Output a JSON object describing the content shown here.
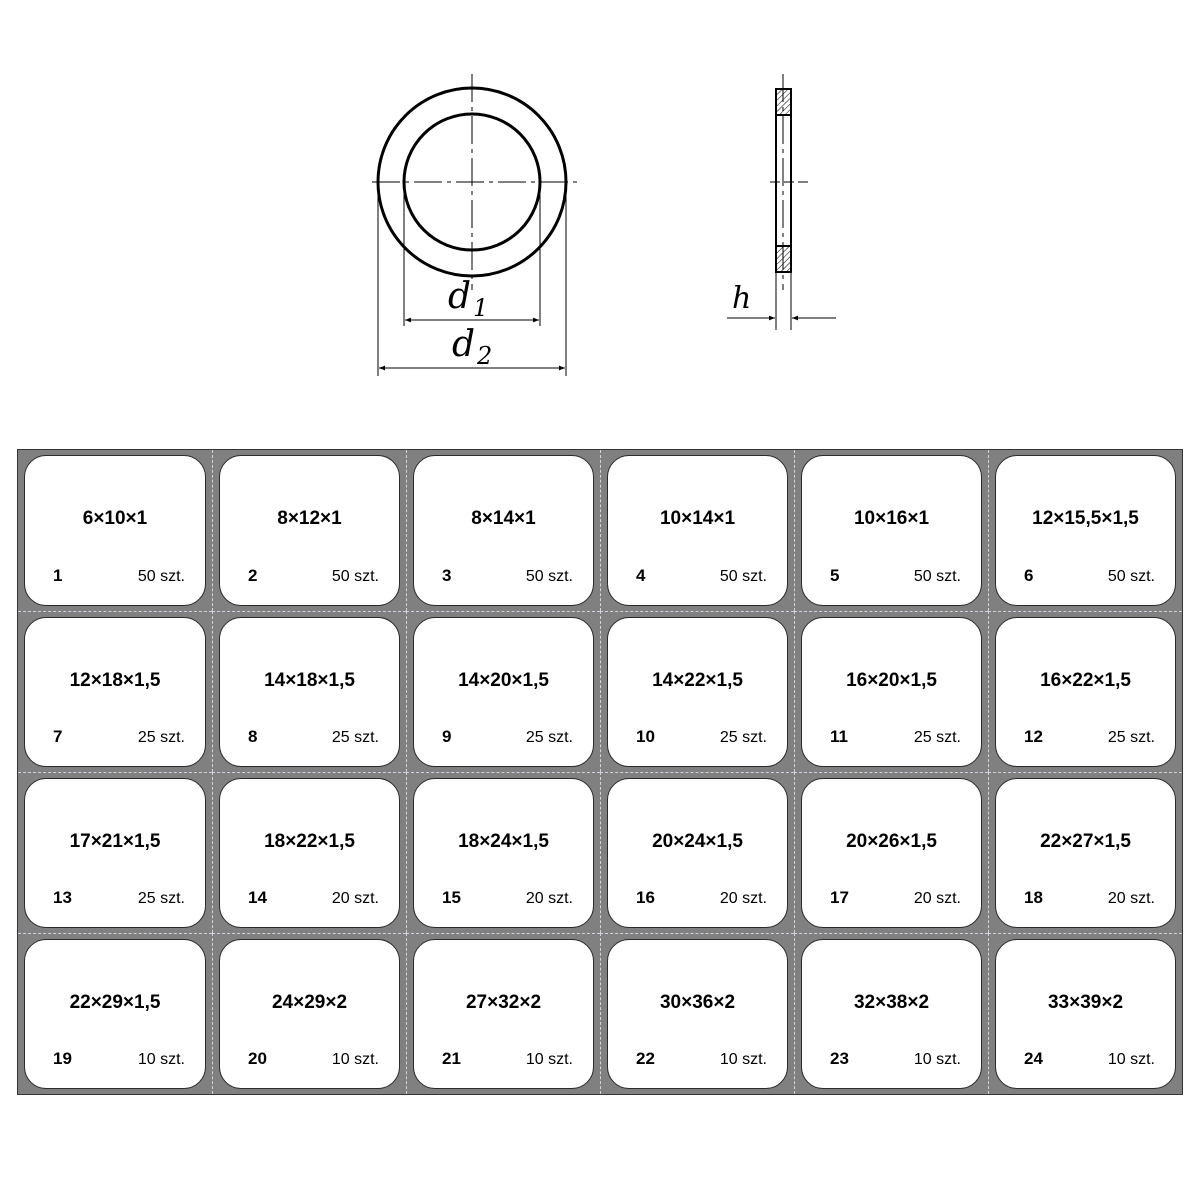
{
  "drawing": {
    "labels": {
      "d1": "d",
      "d1_sub": "1",
      "d2": "d",
      "d2_sub": "2",
      "h": "h"
    }
  },
  "washers": [
    {
      "index": "1",
      "size": "6×10×1",
      "qty": "50 szt."
    },
    {
      "index": "2",
      "size": "8×12×1",
      "qty": "50 szt."
    },
    {
      "index": "3",
      "size": "8×14×1",
      "qty": "50 szt."
    },
    {
      "index": "4",
      "size": "10×14×1",
      "qty": "50 szt."
    },
    {
      "index": "5",
      "size": "10×16×1",
      "qty": "50 szt."
    },
    {
      "index": "6",
      "size": "12×15,5×1,5",
      "qty": "50 szt."
    },
    {
      "index": "7",
      "size": "12×18×1,5",
      "qty": "25 szt."
    },
    {
      "index": "8",
      "size": "14×18×1,5",
      "qty": "25 szt."
    },
    {
      "index": "9",
      "size": "14×20×1,5",
      "qty": "25 szt."
    },
    {
      "index": "10",
      "size": "14×22×1,5",
      "qty": "25 szt."
    },
    {
      "index": "11",
      "size": "16×20×1,5",
      "qty": "25 szt."
    },
    {
      "index": "12",
      "size": "16×22×1,5",
      "qty": "25 szt."
    },
    {
      "index": "13",
      "size": "17×21×1,5",
      "qty": "25 szt."
    },
    {
      "index": "14",
      "size": "18×22×1,5",
      "qty": "20 szt."
    },
    {
      "index": "15",
      "size": "18×24×1,5",
      "qty": "20 szt."
    },
    {
      "index": "16",
      "size": "20×24×1,5",
      "qty": "20 szt."
    },
    {
      "index": "17",
      "size": "20×26×1,5",
      "qty": "20 szt."
    },
    {
      "index": "18",
      "size": "22×27×1,5",
      "qty": "20 szt."
    },
    {
      "index": "19",
      "size": "22×29×1,5",
      "qty": "10 szt."
    },
    {
      "index": "20",
      "size": "24×29×2",
      "qty": "10 szt."
    },
    {
      "index": "21",
      "size": "27×32×2",
      "qty": "10 szt."
    },
    {
      "index": "22",
      "size": "30×36×2",
      "qty": "10 szt."
    },
    {
      "index": "23",
      "size": "32×38×2",
      "qty": "10 szt."
    },
    {
      "index": "24",
      "size": "33×39×2",
      "qty": "10 szt."
    }
  ]
}
